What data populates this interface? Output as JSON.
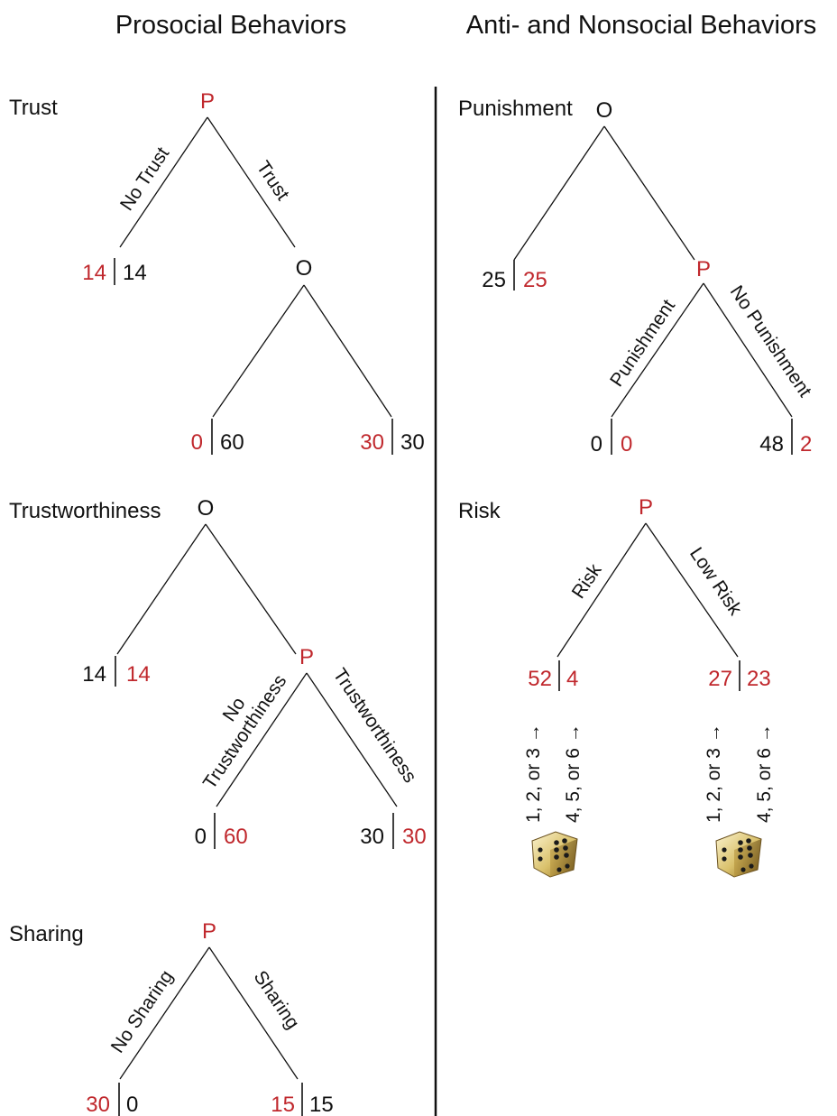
{
  "colors": {
    "text": "#111111",
    "accent": "#c0282d"
  },
  "headers": {
    "left": "Prosocial Behaviors",
    "right": "Anti- and Nonsocial Behaviors"
  },
  "games": {
    "trust": {
      "title": "Trust",
      "root": "P",
      "second": "O",
      "branch_left": "No Trust",
      "branch_right": "Trust",
      "pay1": [
        "14",
        "14"
      ],
      "pay2": [
        "0",
        "60"
      ],
      "pay3": [
        "30",
        "30"
      ]
    },
    "trustworthiness": {
      "title": "Trustworthiness",
      "root": "O",
      "second": "P",
      "branch_left_1": "No",
      "branch_left_2": "Trustworthiness",
      "branch_right": "Trustworthiness",
      "pay1": [
        "14",
        "14"
      ],
      "pay2": [
        "0",
        "60"
      ],
      "pay3": [
        "30",
        "30"
      ]
    },
    "sharing": {
      "title": "Sharing",
      "root": "P",
      "branch_left": "No Sharing",
      "branch_right": "Sharing",
      "pay1": [
        "30",
        "0"
      ],
      "pay2": [
        "15",
        "15"
      ]
    },
    "punishment": {
      "title": "Punishment",
      "root": "O",
      "second": "P",
      "branch_left": "Punishment",
      "branch_right": "No Punishment",
      "pay1": [
        "25",
        "25"
      ],
      "pay2": [
        "0",
        "0"
      ],
      "pay3": [
        "48",
        "2"
      ]
    },
    "risk": {
      "title": "Risk",
      "root": "P",
      "branch_left": "Risk",
      "branch_right": "Low Risk",
      "pay1": [
        "52",
        "4"
      ],
      "pay2": [
        "27",
        "23"
      ],
      "dice_low": "1, 2, or 3 →",
      "dice_high": "4, 5, or 6 →",
      "dice_icon": "die-icon"
    }
  }
}
